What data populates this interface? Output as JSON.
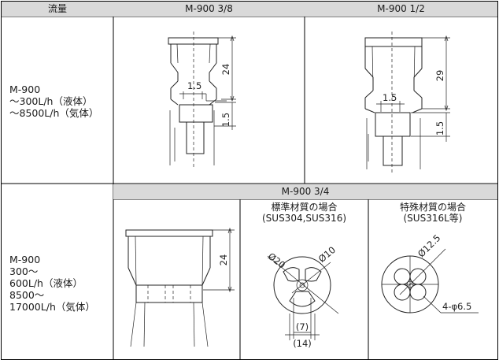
{
  "table": {
    "header_col1": "流量",
    "header_col2": "M-900 3/8",
    "header_col3": "M-900 1/2",
    "row1_label": [
      "M-900",
      "～300L/h（液体）",
      "～8500L/h（気体）"
    ],
    "row2_header": "M-900 3/4",
    "sub_header_standard": [
      "標準材質の場合",
      "(SUS304,SUS316)"
    ],
    "sub_header_special": [
      "特殊材質の場合",
      "(SUS316L等)"
    ],
    "row2_label": [
      "M-900",
      "300～",
      "600L/h（液体）",
      "8500～",
      "17000L/h（気体）"
    ]
  },
  "drawings": {
    "d38": {
      "dim_top": "24",
      "dim_gap": "1.5",
      "dim_bottom": "1.5"
    },
    "d12": {
      "dim_top": "29",
      "dim_gap": "1.5",
      "dim_bottom": "1.5"
    },
    "d34": {
      "dim_side": "24"
    },
    "standard": {
      "dia_outer": "Ø20",
      "dia_inner": "Ø10",
      "dim_7": "(7)",
      "dim_14": "(14)"
    },
    "special": {
      "dia": "Ø12.5",
      "holes": "4-φ6.5"
    }
  }
}
